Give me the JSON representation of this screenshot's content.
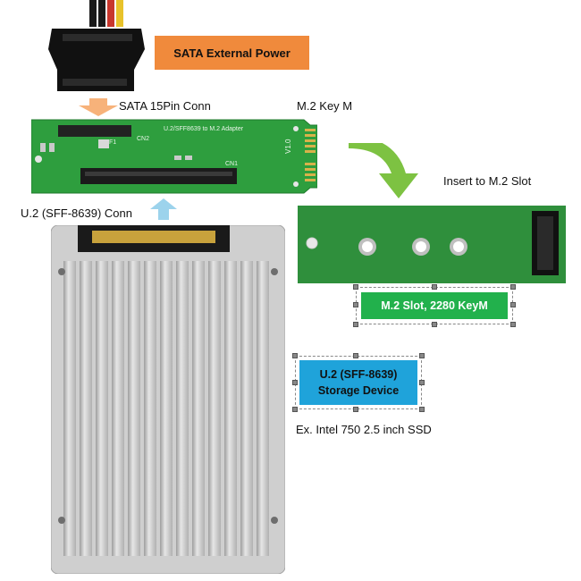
{
  "labels": {
    "sata_external_power": "SATA External Power",
    "sata_15pin_conn": "SATA 15Pin Conn",
    "m2_key_m": "M.2 Key M",
    "insert_to_m2_slot": "Insert to M.2 Slot",
    "u2_conn": "U.2 (SFF-8639) Conn",
    "m2_slot_box": "M.2 Slot, 2280 KeyM",
    "u2_storage_line1": "U.2 (SFF-8639)",
    "u2_storage_line2": "Storage Device",
    "example_ssd": "Ex. Intel 750 2.5 inch SSD"
  },
  "adapter_board": {
    "title": "U.2/SFF8639 to M.2 Adapter",
    "cn1": "CN1",
    "cn2": "CN2",
    "f1": "F1",
    "version": "V1.0"
  },
  "colors": {
    "sata_box": "#F08A3C",
    "m2_box": "#22B14C",
    "u2_box": "#1FA3DA",
    "pcb_green": "#2E9E3E",
    "arrow_orange": "#F7B27A",
    "arrow_blue": "#9CD3EC",
    "arrow_green": "#7DC242"
  }
}
